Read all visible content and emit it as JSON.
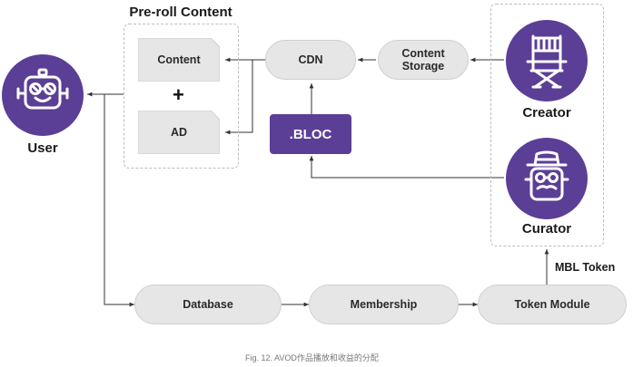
{
  "preroll": {
    "title": "Pre-roll Content",
    "content_label": "Content",
    "ad_label": "AD",
    "plus": "+"
  },
  "user": {
    "label": "User"
  },
  "cdn": {
    "label": "CDN"
  },
  "content_storage": {
    "line1": "Content",
    "line2": "Storage"
  },
  "bloc": {
    "label": ".BLOC"
  },
  "creator": {
    "label": "Creator"
  },
  "curator": {
    "label": "Curator"
  },
  "mbl_token": {
    "label": "MBL Token"
  },
  "database": {
    "label": "Database"
  },
  "membership": {
    "label": "Membership"
  },
  "token_module": {
    "label": "Token Module"
  },
  "caption": {
    "text": "Fig. 12. AVOD作品播放和收益的分配"
  },
  "colors": {
    "accent_purple": "#5b3e96",
    "pill_gray": "#e6e6e6",
    "dashed_border": "#bdbdbd"
  }
}
